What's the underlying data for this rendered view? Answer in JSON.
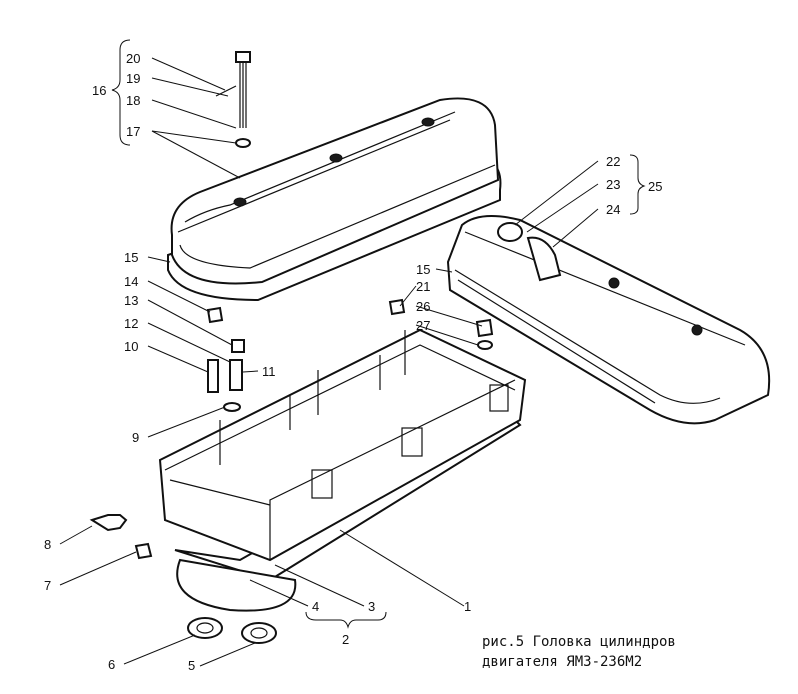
{
  "caption": {
    "line1": "рис.5 Головка цилиндров",
    "line2": "двигателя ЯМЗ-236М2"
  },
  "callouts": {
    "c1": "1",
    "c2": "2",
    "c3": "3",
    "c4": "4",
    "c5": "5",
    "c6": "6",
    "c7": "7",
    "c8": "8",
    "c9": "9",
    "c10": "10",
    "c11": "11",
    "c12": "12",
    "c13": "13",
    "c14": "14",
    "c15a": "15",
    "c15b": "15",
    "c16": "16",
    "c17": "17",
    "c18": "18",
    "c19": "19",
    "c20": "20",
    "c21": "21",
    "c22": "22",
    "c23": "23",
    "c24": "24",
    "c25": "25",
    "c26": "26",
    "c27": "27"
  }
}
